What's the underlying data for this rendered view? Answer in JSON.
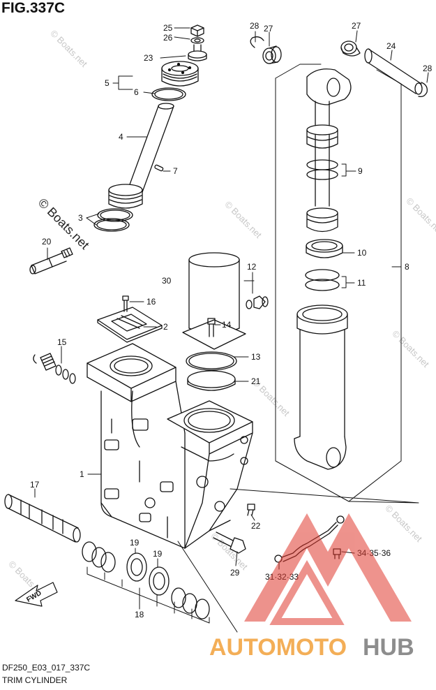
{
  "figure": {
    "title": "FIG.337C",
    "code": "DF250_E03_017_337C",
    "name": "TRIM CYLINDER"
  },
  "watermark": {
    "text": "© Boats.net"
  },
  "logo": {
    "part1": "AUTOMOTO",
    "part2": "HUB"
  },
  "colors": {
    "line": "#111111",
    "logo_red": "#e03a2f",
    "logo_orange": "#f2a13a",
    "logo_gray": "#7a7a7a",
    "watermark": "#c7c7c7"
  },
  "callouts": {
    "c1": "1",
    "c2": "2",
    "c3": "3",
    "c4": "4",
    "c5": "5",
    "c6": "6",
    "c7": "7",
    "c8": "8",
    "c9": "9",
    "c10": "10",
    "c11": "11",
    "c12": "12",
    "c13": "13",
    "c14": "14",
    "c15": "15",
    "c16": "16",
    "c17": "17",
    "c18": "18",
    "c19a": "19",
    "c19b": "19",
    "c20": "20",
    "c21": "21",
    "c22": "22",
    "c23": "23",
    "c24": "24",
    "c25": "25",
    "c26": "26",
    "c27a": "27",
    "c27b": "27",
    "c28a": "28",
    "c28b": "28",
    "c29": "29",
    "c30": "30",
    "c313233": "31·32·33",
    "c343536": "34·35·36",
    "fwd": "FWD"
  }
}
